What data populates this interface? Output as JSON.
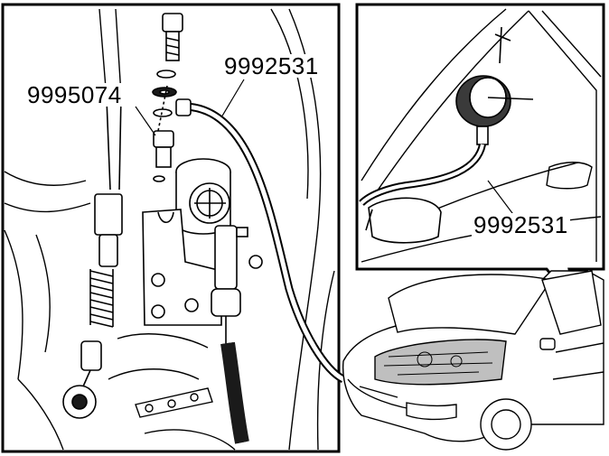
{
  "labels": {
    "tool_hose": "9992531",
    "adapter": "9995074",
    "tool_gauge": "9992531"
  },
  "colors": {
    "line": "#000000",
    "background": "#ffffff",
    "shade": "#d9d9d9",
    "dark": "#1a1a1a"
  }
}
